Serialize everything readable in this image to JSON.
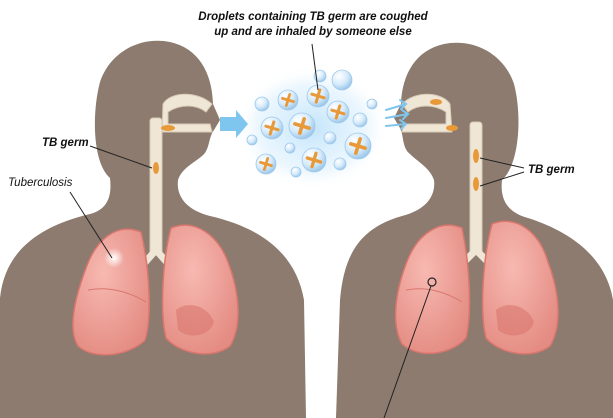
{
  "diagram": {
    "caption_line1": "Droplets containing TB germ are coughed",
    "caption_line2": "up and are inhaled by someone else",
    "label_tb_germ_left": "TB germ",
    "label_tb_germ_right": "TB germ",
    "label_tuberculosis": "Tuberculosis"
  },
  "colors": {
    "body": "#8c7b6e",
    "lung": "#f0a39b",
    "lung_dark": "#d9776e",
    "airway": "#efe6d6",
    "germ": "#e89a3a",
    "bubble": "#c9e4f8",
    "arrow": "#7fc6ef"
  },
  "icons": [
    "droplet-bubble-icon",
    "tb-germ-icon",
    "airflow-arrow-icon"
  ]
}
